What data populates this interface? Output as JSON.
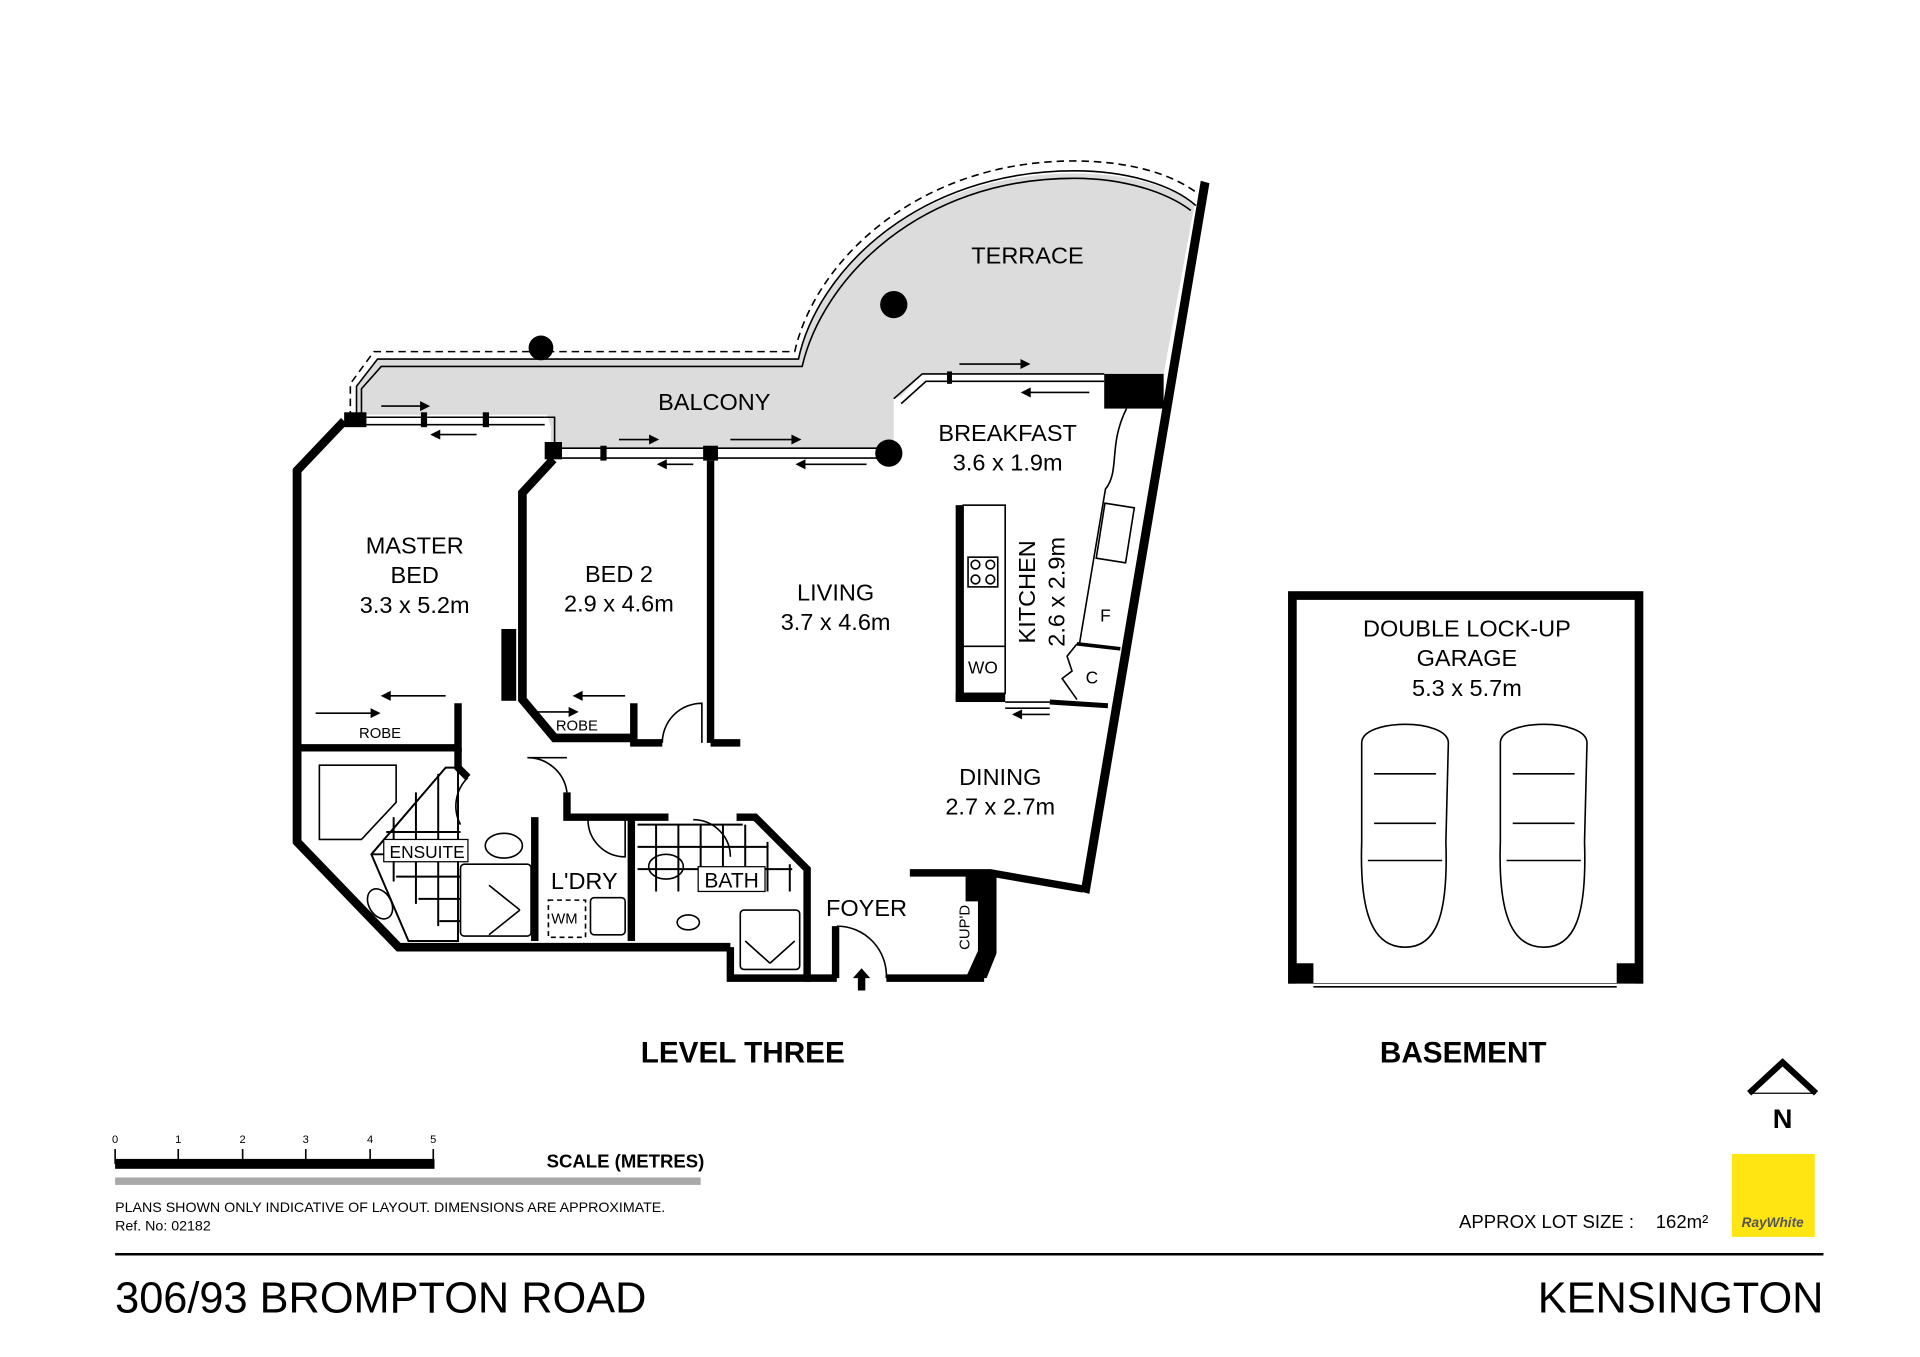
{
  "header": {
    "address": "306/93 BROMPTON ROAD",
    "suburb": "KENSINGTON"
  },
  "level_three": {
    "title": "LEVEL THREE",
    "rooms": {
      "terrace": {
        "name": "TERRACE"
      },
      "balcony": {
        "name": "BALCONY"
      },
      "breakfast": {
        "name": "BREAKFAST",
        "size": "3.6 x 1.9m"
      },
      "master_bed": {
        "name_line1": "MASTER",
        "name_line2": "BED",
        "size": "3.3 x 5.2m"
      },
      "bed2": {
        "name": "BED 2",
        "size": "2.9 x 4.6m"
      },
      "living": {
        "name": "LIVING",
        "size": "3.7 x 4.6m"
      },
      "kitchen": {
        "name": "KITCHEN",
        "size": "2.6 x 2.9m"
      },
      "dining": {
        "name": "DINING",
        "size": "2.7 x 2.7m"
      },
      "foyer": {
        "name": "FOYER"
      },
      "ensuite": {
        "name": "ENSUITE"
      },
      "laundry": {
        "name": "L'DRY"
      },
      "bath": {
        "name": "BATH"
      },
      "robe_master": {
        "name": "ROBE"
      },
      "robe_bed2": {
        "name": "ROBE"
      },
      "cupboard": {
        "name": "CUP'D"
      }
    },
    "fixtures": {
      "wall_oven": "WO",
      "fridge": "F",
      "cupboard_c": "C",
      "washing_machine": "WM"
    }
  },
  "basement": {
    "title": "BASEMENT",
    "garage": {
      "line1": "DOUBLE LOCK-UP",
      "line2": "GARAGE",
      "size": "5.3 x 5.7m"
    }
  },
  "scale": {
    "ticks": [
      "0",
      "1",
      "2",
      "3",
      "4",
      "5"
    ],
    "label": "SCALE (METRES)"
  },
  "notes": {
    "disclaimer": "PLANS SHOWN ONLY INDICATIVE OF LAYOUT.  DIMENSIONS ARE APPROXIMATE.",
    "ref": "Ref. No: 02182"
  },
  "lot": {
    "label": "APPROX LOT SIZE :",
    "value": "162m²"
  },
  "compass": {
    "letter": "N"
  },
  "brand": {
    "name": "RayWhite",
    "color": "#FFE512",
    "text_color": "#555555"
  },
  "colors": {
    "outdoor_fill": "#DCDCDC",
    "wall": "#000000",
    "rule_gray": "#A8A8A8"
  }
}
